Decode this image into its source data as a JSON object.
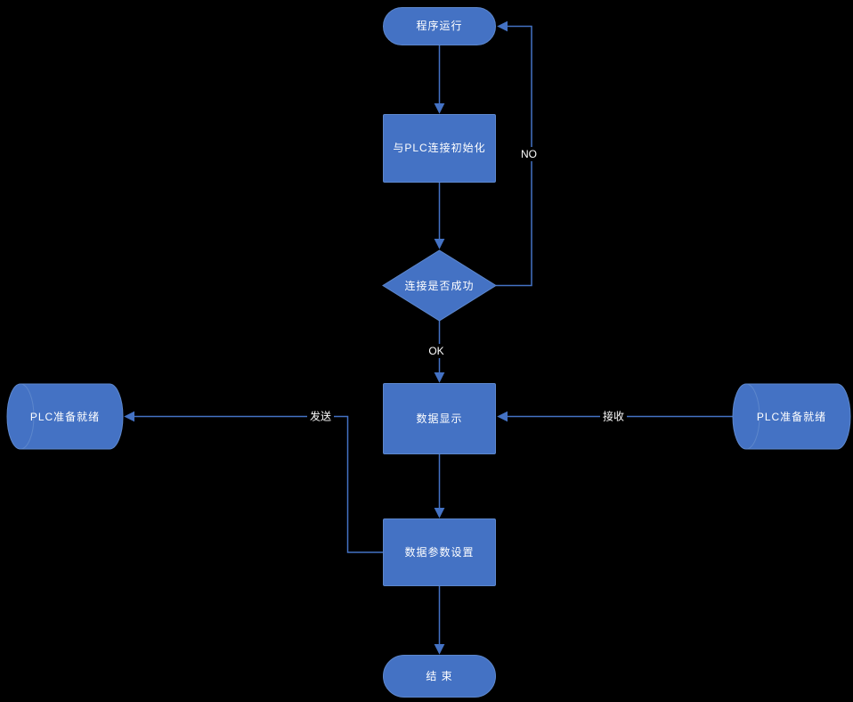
{
  "theme": {
    "canvas_bg": "#000000",
    "node_fill": "#4472C4",
    "node_stroke": "#5D87CC",
    "edge_color": "#4472C4",
    "text_color": "#FFFFFF"
  },
  "nodes": {
    "start": {
      "label": "程序运行",
      "type": "terminator"
    },
    "init": {
      "label": "与PLC连接初始化",
      "type": "process"
    },
    "decision": {
      "label": "连接是否成功",
      "type": "decision"
    },
    "display": {
      "label": "数据显示",
      "type": "process"
    },
    "plc_left": {
      "label": "PLC准备就绪",
      "type": "datastore"
    },
    "plc_right": {
      "label": "PLC准备就绪",
      "type": "datastore"
    },
    "params": {
      "label": "数据参数设置",
      "type": "process"
    },
    "end": {
      "label": "结 束",
      "type": "terminator"
    }
  },
  "edge_labels": {
    "no": "NO",
    "ok": "OK",
    "send": "发送",
    "receive": "接收"
  }
}
